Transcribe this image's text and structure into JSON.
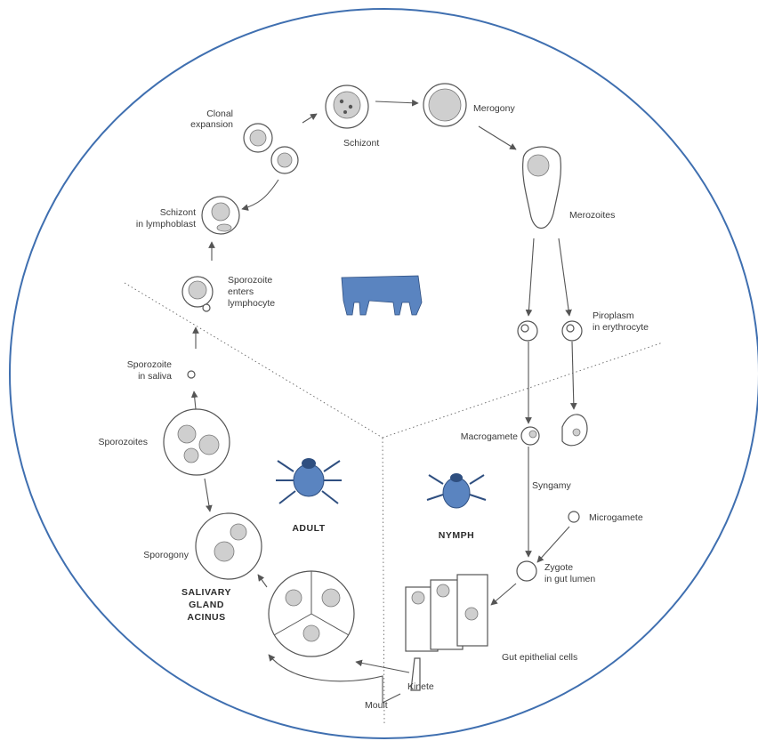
{
  "colors": {
    "ring": "#3f6fb0",
    "host_fill": "#5a84c0",
    "line": "#555555",
    "text": "#3a3a3a"
  },
  "labels": {
    "clonal_expansion_1": "Clonal",
    "clonal_expansion_2": "expansion",
    "schizont": "Schizont",
    "merogony": "Merogony",
    "merozoites": "Merozoites",
    "schizont_lymphoblast_1": "Schizont",
    "schizont_lymphoblast_2": "in lymphoblast",
    "sporozoite_enters_1": "Sporozoite",
    "sporozoite_enters_2": "enters",
    "sporozoite_enters_3": "lymphocyte",
    "piroplasm_1": "Piroplasm",
    "piroplasm_2": "in erythrocyte",
    "sporozoite_saliva_1": "Sporozoite",
    "sporozoite_saliva_2": "in saliva",
    "sporozoites": "Sporozoites",
    "macrogamete": "Macrogamete",
    "syngamy": "Syngamy",
    "microgamete": "Microgamete",
    "adult": "ADULT",
    "nymph": "NYMPH",
    "sporogony": "Sporogony",
    "salivary_1": "SALIVARY",
    "salivary_2": "GLAND",
    "salivary_3": "ACINUS",
    "zygote_1": "Zygote",
    "zygote_2": "in gut lumen",
    "gut_cells": "Gut epithelial cells",
    "kinete": "Kinete",
    "moult": "Moult"
  },
  "icons": [
    "cattle-icon",
    "tick-adult-icon",
    "tick-nymph-icon"
  ]
}
